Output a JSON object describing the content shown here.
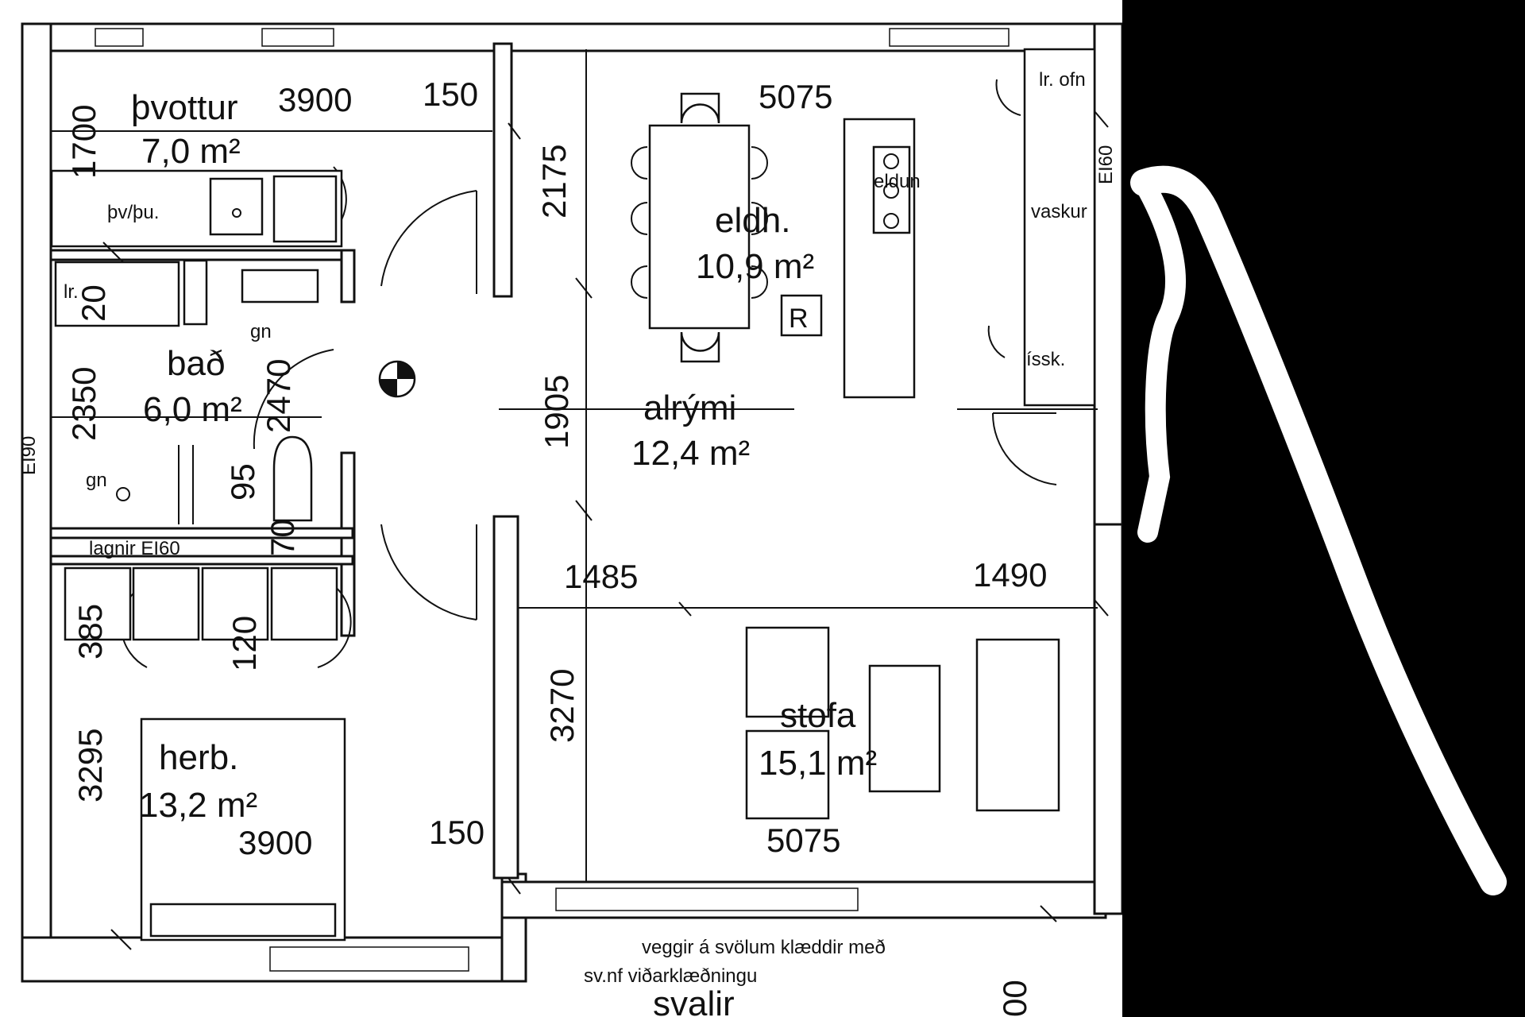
{
  "rooms": [
    {
      "name": "þvottur",
      "area": "7,0 m²"
    },
    {
      "name": "bað",
      "area": "6,0 m²"
    },
    {
      "name": "eldh.",
      "area": "10,9 m²"
    },
    {
      "name": "alrými",
      "area": "12,4 m²"
    },
    {
      "name": "herb.",
      "area": "13,2 m²"
    },
    {
      "name": "stofa",
      "area": "15,1 m²"
    },
    {
      "name": "svalir"
    }
  ],
  "dimensions": {
    "laundry_width": "3900",
    "laundry_depth": "1700",
    "partition_top": "150",
    "kitchen_width": "5075",
    "kitchen_depth": "2175",
    "bath_depth": "2350",
    "bath_width": "2470",
    "hall_span": "1905",
    "toilet_gap": "95",
    "closet_gap": "70",
    "closet_small": "385",
    "closet_door": "120",
    "bedroom_depth": "3295",
    "bedroom_width": "3900",
    "partition_bottom": "150",
    "living_depth": "3270",
    "living_left": "1485",
    "living_right": "1490",
    "living_width": "5075",
    "balcony_partial": "00"
  },
  "annotations": {
    "laundry_fixture": "þv/þu.",
    "linen_left": "lr.",
    "linen_num": "20",
    "shaft_top": "gn",
    "shaft_bottom": "gn",
    "pipes": "lagnir EI60",
    "fire_left": "EI90",
    "fire_right": "EI60",
    "oven": "lr. ofn",
    "stove": "eldun",
    "sink": "vaskur",
    "fridge": "íssk.",
    "fridge_mark": "R",
    "balcony_note_1": "veggir á svölum klæddir með",
    "balcony_note_2": "sv.nf viðarklæðningu"
  }
}
